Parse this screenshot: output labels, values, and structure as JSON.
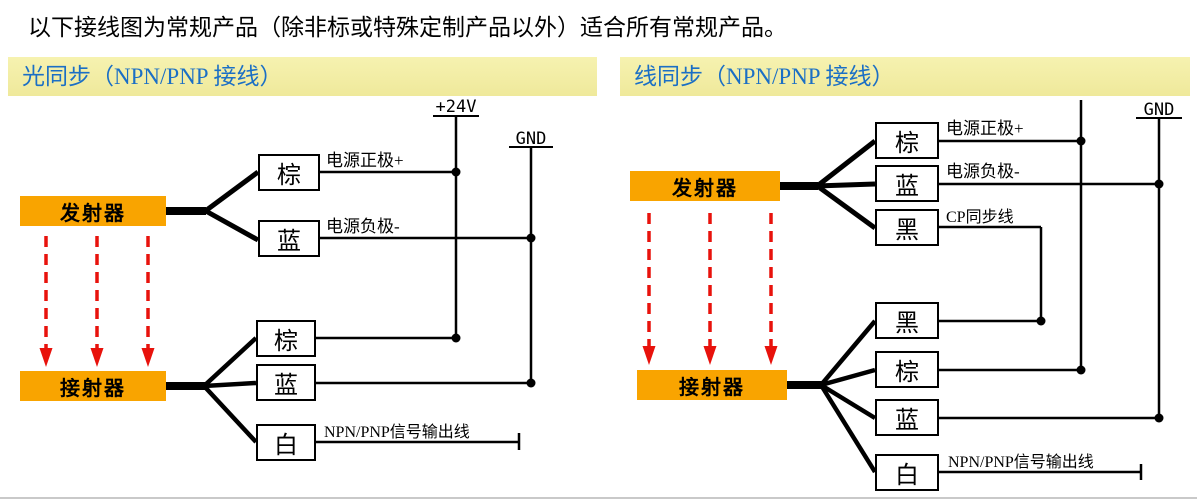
{
  "page": {
    "title": "以下接线图为常规产品（除非标或特殊定制产品以外）适合所有常规产品。"
  },
  "left": {
    "header": "光同步（NPN/PNP 接线）",
    "rail_power": "+24V",
    "rail_gnd": "GND",
    "tx": "发射器",
    "rx": "接射器",
    "tx_brown": "棕",
    "tx_brown_label": "电源正极+",
    "tx_blue": "蓝",
    "tx_blue_label": "电源负极-",
    "rx_brown": "棕",
    "rx_blue": "蓝",
    "rx_white": "白",
    "rx_white_label": "NPN/PNP信号输出线"
  },
  "right": {
    "header": "线同步（NPN/PNP 接线）",
    "rail_gnd": "GND",
    "tx": "发射器",
    "rx": "接射器",
    "tx_brown": "棕",
    "tx_brown_label": "电源正极+",
    "tx_blue": "蓝",
    "tx_blue_label": "电源负极-",
    "tx_black": "黑",
    "tx_black_label": "CP同步线",
    "rx_black": "黑",
    "rx_brown": "棕",
    "rx_blue": "蓝",
    "rx_white": "白",
    "rx_white_label": "NPN/PNP信号输出线"
  },
  "colors": {
    "device_box": "#F9A400",
    "header_bg": "#F2EDA0",
    "header_text": "#1B6FC5",
    "arrow_red": "#E8120C",
    "wire": "#000000"
  }
}
